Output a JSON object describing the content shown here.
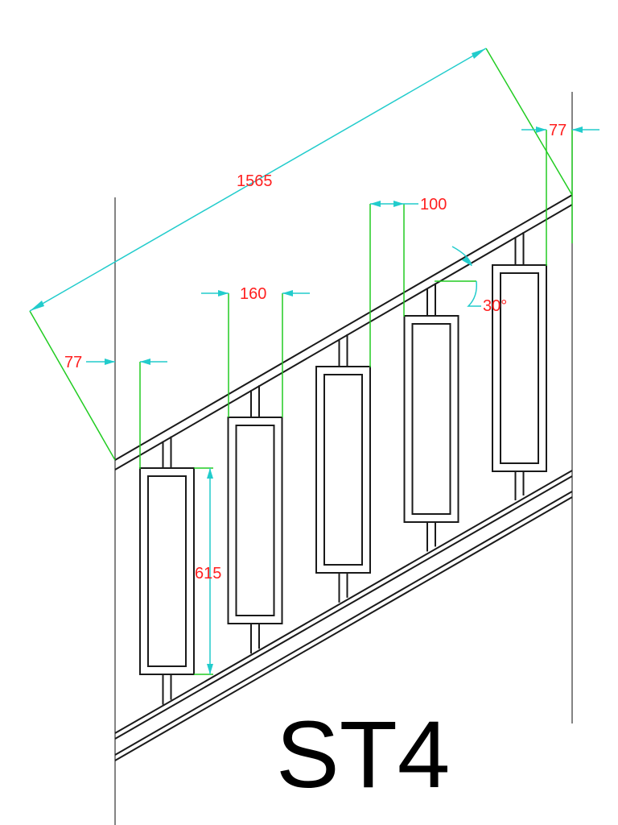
{
  "drawing": {
    "title": "ST4",
    "dimensions": {
      "overall_length": "1565",
      "left_offset": "77",
      "right_offset": "77",
      "spindle_spacing": "160",
      "panel_width": "100",
      "panel_height": "615",
      "rake_angle": "30°"
    },
    "colors": {
      "geometry": "#1a1a1a",
      "extension_lines": "#22cc22",
      "dimension_lines": "#22cccc",
      "dimension_text": "#ff2020"
    }
  }
}
